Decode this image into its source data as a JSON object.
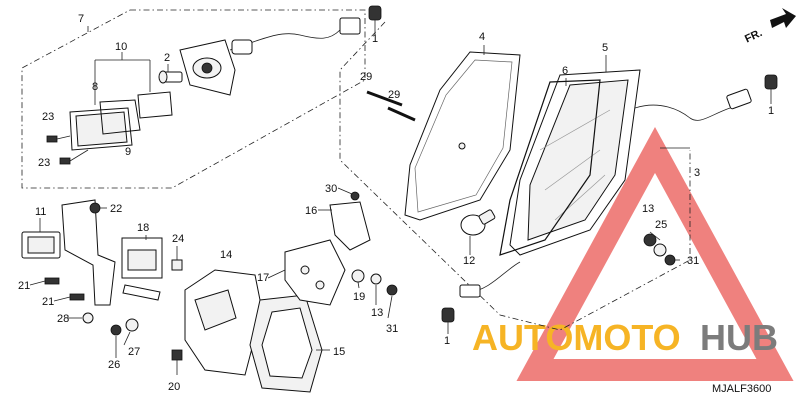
{
  "diagram_code": "MJALF3600",
  "fr_label": "FR.",
  "watermark": {
    "left": "AUTOMOTO",
    "right": "HUB",
    "left_color": "#f5a800",
    "right_color": "#666666",
    "triangle_color": "#e53935"
  },
  "callouts": {
    "c1a": "1",
    "c1b": "1",
    "c1c": "1",
    "c2": "2",
    "c3": "3",
    "c4": "4",
    "c5": "5",
    "c6": "6",
    "c7": "7",
    "c8": "8",
    "c9": "9",
    "c10": "10",
    "c11": "11",
    "c12": "12",
    "c13a": "13",
    "c13b": "13",
    "c14": "14",
    "c15": "15",
    "c16": "16",
    "c17": "17",
    "c18": "18",
    "c19": "19",
    "c20": "20",
    "c21a": "21",
    "c21b": "21",
    "c22": "22",
    "c23a": "23",
    "c23b": "23",
    "c24": "24",
    "c25": "25",
    "c26": "26",
    "c27": "27",
    "c28": "28",
    "c29a": "29",
    "c29b": "29",
    "c30": "30",
    "c31a": "31",
    "c31b": "31"
  }
}
